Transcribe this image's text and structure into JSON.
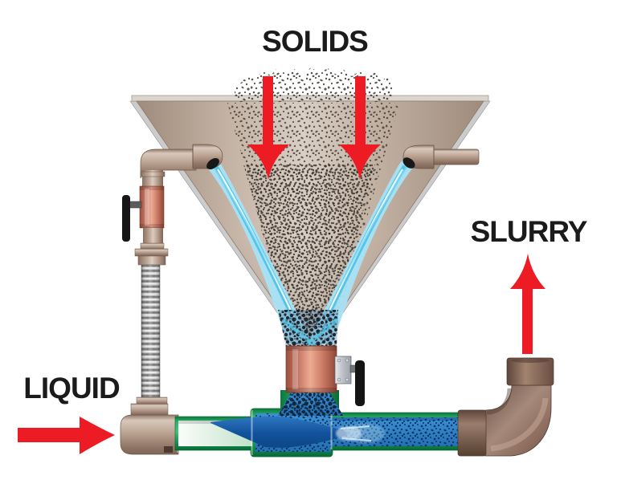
{
  "labels": {
    "solids": "SOLIDS",
    "slurry": "SLURRY",
    "liquid": "LIQUID"
  },
  "colors": {
    "arrow_red": "#EC1B24",
    "label_text": "#1B1B1B",
    "background": "#FFFFFF",
    "funnel_tan": "#C2B1A2",
    "pipe_fitting_tan": "#BCA493",
    "coupling_salmon": "#CF8370",
    "pipe_green": "#1CA158",
    "liquid_blue": "#1159A5",
    "slurry_blue": "#2E82C8",
    "spray_cyan": "#7ED7F2",
    "elbow_brown": "#8A6A5B",
    "hose_grey": "#C0C0C0",
    "valve_handle_black": "#161616",
    "solids_speckle": "#3E3933"
  },
  "arrows": {
    "solids_left_direction": "down",
    "solids_right_direction": "down",
    "slurry_direction": "up",
    "liquid_direction": "right"
  }
}
